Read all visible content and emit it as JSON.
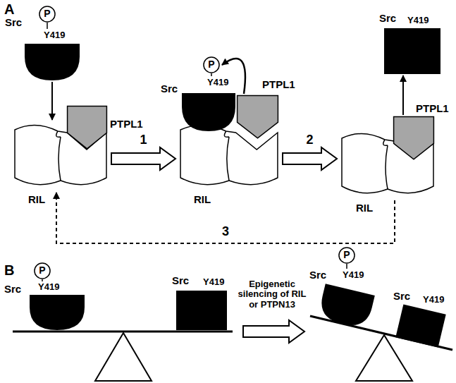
{
  "diagram": {
    "nodes": [
      {
        "text": [
          "Src"
        ]
      },
      {
        "text": [
          "P"
        ]
      },
      {
        "text": [
          "PTPL1"
        ]
      },
      {
        "text": [
          "RIL"
        ]
      },
      {
        "text": [
          "Src"
        ]
      },
      {
        "text": [
          "P"
        ]
      },
      {
        "text": [
          "PTPL1"
        ]
      },
      {
        "text": [
          "RIL"
        ]
      },
      {
        "text": [
          "Src"
        ]
      },
      {
        "text": [
          "PTPL1"
        ]
      },
      {
        "text": [
          "RIL"
        ]
      },
      {
        "text": [
          "Src"
        ]
      },
      {
        "text": [
          "P"
        ]
      },
      {
        "text": [
          "Src"
        ]
      },
      {
        "text": [
          "Src"
        ]
      },
      {
        "text": [
          "P"
        ]
      },
      {
        "text": [
          "Src"
        ]
      }
    ],
    "edges": [
      {
        "from": 0,
        "to": 3,
        "arrow": "to"
      },
      {
        "from": 3,
        "to": 7,
        "label": "1",
        "arrow": "to"
      },
      {
        "from": 7,
        "to": 10,
        "label": "2",
        "arrow": "to"
      },
      {
        "from": 9,
        "to": 8,
        "arrow": "to"
      },
      {
        "from": 10,
        "to": 3,
        "label": "3",
        "arrow": "to"
      },
      {
        "from": 6,
        "to": 5,
        "arrow": "to"
      }
    ],
    "labels": [
      "A",
      "Y419",
      "Y419",
      "Y419",
      "B",
      "Y419",
      "Y419",
      "Y419",
      "Y419",
      "Epigenetic silencing of RIL or PTPN13"
    ]
  }
}
